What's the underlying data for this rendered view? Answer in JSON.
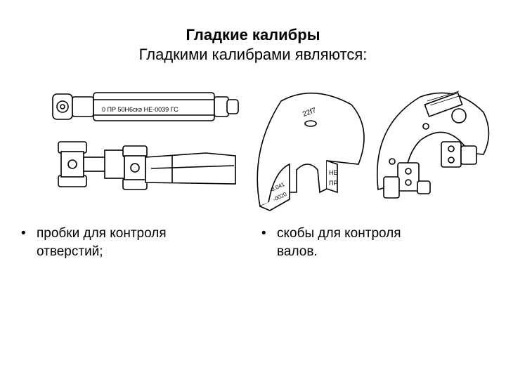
{
  "slide": {
    "title": "Гладкие калибры",
    "subtitle": "Гладкими калибрами являются:"
  },
  "illustrations": {
    "plug_gauge": {
      "marking": "0 ПР 50H6скэ НЕ-0039 ГС"
    },
    "snap_gauge": {
      "marking_top": "22f7",
      "marking_ne": "НЕ",
      "marking_pr": "ПР",
      "marking_dev1": "-0,041",
      "marking_dev2": "-0020"
    }
  },
  "bullets": {
    "bullet_char": "•",
    "left": {
      "line1": "пробки для контроля",
      "line2": "отверстий;"
    },
    "right": {
      "line1": "скобы для контроля",
      "line2": "валов."
    }
  },
  "colors": {
    "ink": "#000000",
    "background": "#ffffff"
  }
}
